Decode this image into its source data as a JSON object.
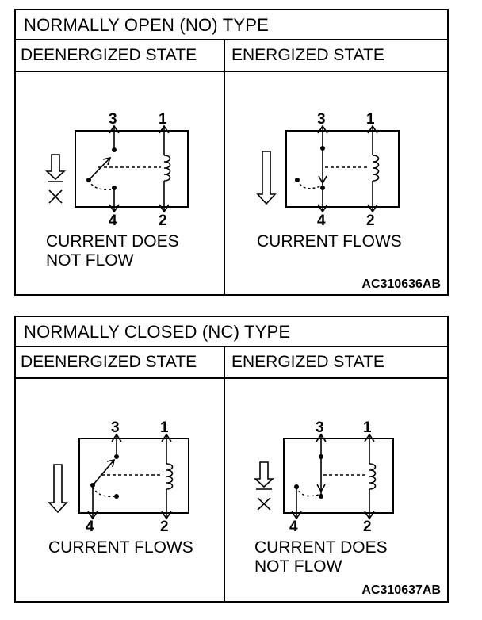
{
  "panels": [
    {
      "title": "NORMALLY OPEN (NO) TYPE",
      "left_header": "DEENERGIZED STATE",
      "right_header": "ENERGIZED STATE",
      "left_caption_line1": "CURRENT DOES",
      "left_caption_line2": "NOT FLOW",
      "right_caption_line1": "CURRENT FLOWS",
      "right_caption_line2": "",
      "code": "AC310636AB"
    },
    {
      "title": "NORMALLY CLOSED (NC) TYPE",
      "left_header": "DEENERGIZED STATE",
      "right_header": "ENERGIZED STATE",
      "left_caption_line1": "CURRENT FLOWS",
      "left_caption_line2": "",
      "right_caption_line1": "CURRENT DOES",
      "right_caption_line2": "NOT FLOW",
      "code": "AC310637AB"
    }
  ],
  "terminals": {
    "t3": "3",
    "t1": "1",
    "t4": "4",
    "t2": "2"
  }
}
